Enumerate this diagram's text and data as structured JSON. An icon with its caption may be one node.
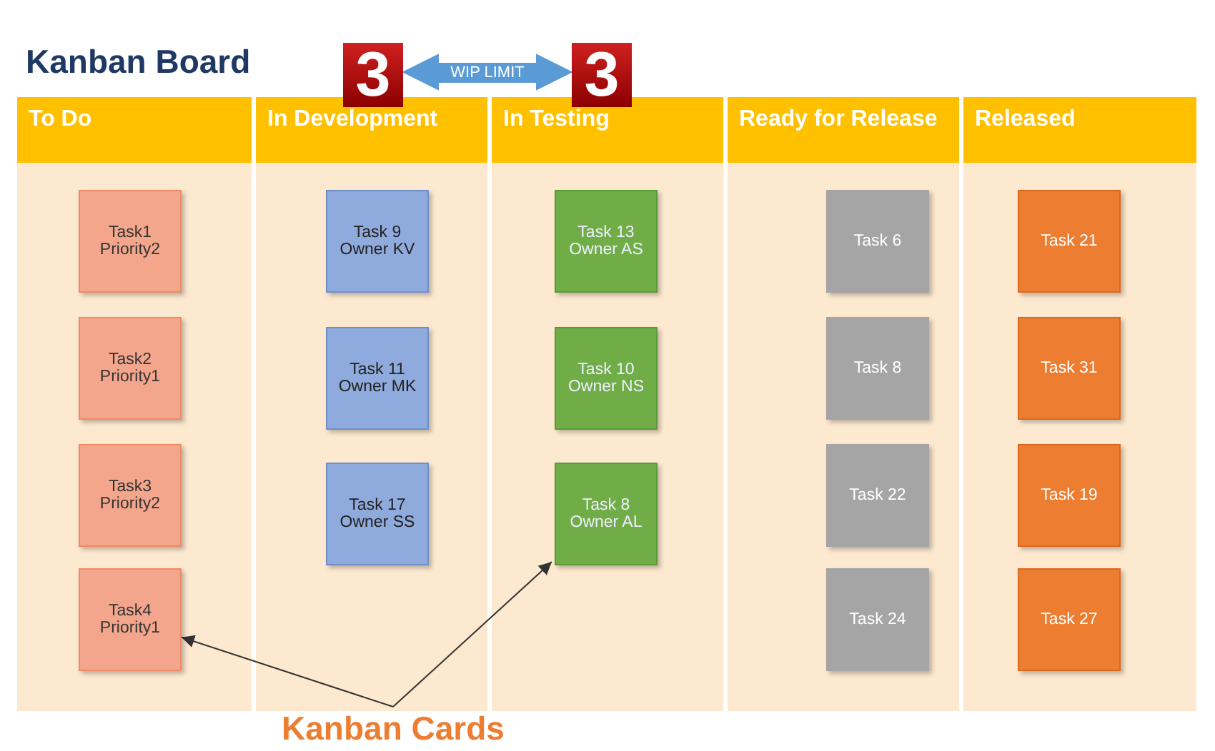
{
  "diagram": {
    "title": "Kanban Board",
    "nodes": [
      {
        "text": [
          "To Do"
        ]
      },
      {
        "text": [
          "In Development"
        ]
      },
      {
        "text": [
          "In Testing"
        ]
      },
      {
        "text": [
          "Ready for Release"
        ]
      },
      {
        "text": [
          "Released"
        ]
      },
      {
        "text": [
          "Task1 Priority2"
        ],
        "in": 0
      },
      {
        "text": [
          "Task2 Priority1"
        ],
        "in": 0
      },
      {
        "text": [
          "Task3 Priority2"
        ],
        "in": 0
      },
      {
        "text": [
          "Task4 Priority1"
        ],
        "in": 0
      },
      {
        "text": [
          "Task 9 Owner KV"
        ],
        "in": 1
      },
      {
        "text": [
          "Task 11 Owner MK"
        ],
        "in": 1
      },
      {
        "text": [
          "Task 17 Owner SS"
        ],
        "in": 1
      },
      {
        "text": [
          "Task 13 Owner AS"
        ],
        "in": 2
      },
      {
        "text": [
          "Task 10 Owner NS"
        ],
        "in": 2
      },
      {
        "text": [
          "Task 8 Owner AL"
        ],
        "in": 2
      },
      {
        "text": [
          "Task 6"
        ],
        "in": 3
      },
      {
        "text": [
          "Task 8"
        ],
        "in": 3
      },
      {
        "text": [
          "Task 22"
        ],
        "in": 3
      },
      {
        "text": [
          "Task 24"
        ],
        "in": 3
      },
      {
        "text": [
          "Task 21"
        ],
        "in": 4
      },
      {
        "text": [
          "Task 31"
        ],
        "in": 4
      },
      {
        "text": [
          "Task 19"
        ],
        "in": 4
      },
      {
        "text": [
          "Task 27"
        ],
        "in": 4
      },
      {
        "text": [
          "3"
        ]
      },
      {
        "text": [
          "3"
        ]
      },
      {
        "text": [
          "Kanban Cards"
        ]
      }
    ],
    "edges": [
      {
        "from": 23,
        "to": 24,
        "arrow": "both",
        "label": "WIP LIMIT",
        "style": "thick",
        "color": "#5b9bd5"
      },
      {
        "from": 25,
        "to": 8,
        "arrow": "to"
      },
      {
        "from": 25,
        "to": 14,
        "arrow": "to"
      }
    ]
  }
}
